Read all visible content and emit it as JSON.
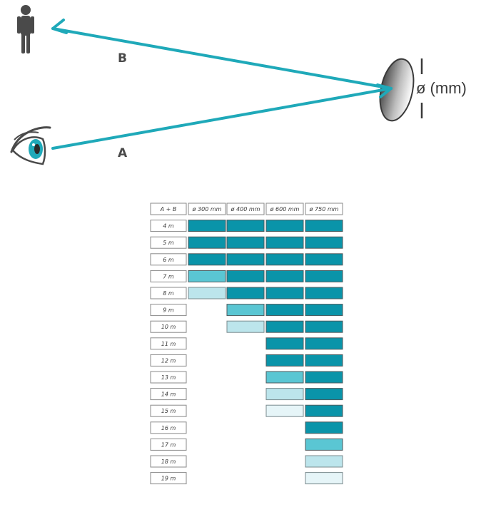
{
  "labels": {
    "path_b": "B",
    "path_a": "A",
    "diameter": "ø (mm)"
  },
  "icons": {
    "person": "person-icon",
    "eye": "eye-icon",
    "mirror": "mirror-icon"
  },
  "colors": {
    "arrow": "#1fa9b9",
    "icon_gray": "#4a4a4a",
    "level_3": "#0a94a9",
    "level_2": "#5ac6d3",
    "level_1": "#bce5ec",
    "level_0": "#e6f5f8",
    "cell_border": "#8a8a8a"
  },
  "chart_data": {
    "type": "table",
    "header_corner": "A + B",
    "columns": [
      "ø 300 mm",
      "ø 400 mm",
      "ø 600 mm",
      "ø 750 mm"
    ],
    "rows": [
      {
        "label": "4 m",
        "levels": [
          3,
          3,
          3,
          3
        ]
      },
      {
        "label": "5 m",
        "levels": [
          3,
          3,
          3,
          3
        ]
      },
      {
        "label": "6 m",
        "levels": [
          3,
          3,
          3,
          3
        ]
      },
      {
        "label": "7 m",
        "levels": [
          2,
          3,
          3,
          3
        ]
      },
      {
        "label": "8 m",
        "levels": [
          1,
          3,
          3,
          3
        ]
      },
      {
        "label": "9 m",
        "levels": [
          null,
          2,
          3,
          3
        ]
      },
      {
        "label": "10 m",
        "levels": [
          null,
          1,
          3,
          3
        ]
      },
      {
        "label": "11 m",
        "levels": [
          null,
          null,
          3,
          3
        ]
      },
      {
        "label": "12 m",
        "levels": [
          null,
          null,
          3,
          3
        ]
      },
      {
        "label": "13 m",
        "levels": [
          null,
          null,
          2,
          3
        ]
      },
      {
        "label": "14 m",
        "levels": [
          null,
          null,
          1,
          3
        ]
      },
      {
        "label": "15 m",
        "levels": [
          null,
          null,
          0,
          3
        ]
      },
      {
        "label": "16 m",
        "levels": [
          null,
          null,
          null,
          3
        ]
      },
      {
        "label": "17 m",
        "levels": [
          null,
          null,
          null,
          2
        ]
      },
      {
        "label": "18 m",
        "levels": [
          null,
          null,
          null,
          1
        ]
      },
      {
        "label": "19 m",
        "levels": [
          null,
          null,
          null,
          0
        ]
      }
    ]
  }
}
